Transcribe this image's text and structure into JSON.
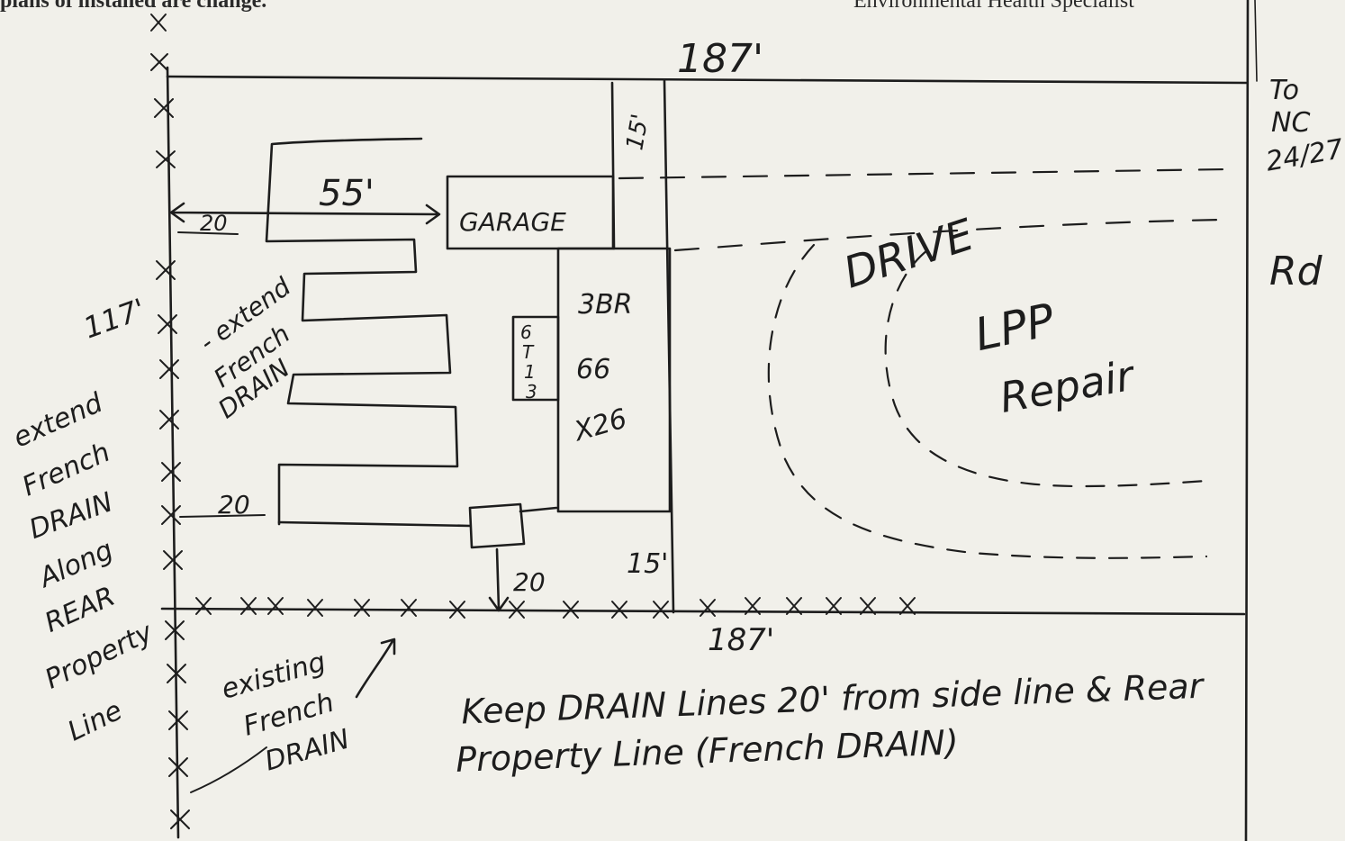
{
  "header": {
    "left_text": "plans of installed are change.",
    "right_text": "Environmental Health Specialist"
  },
  "dimensions": {
    "top_width": "187'",
    "bottom_width": "187'",
    "left_depth": "117'",
    "setback_55": "55'",
    "setback_20_top": "20",
    "setback_20_lower": "20",
    "setback_20_bottom": "20",
    "side_15_top": "15'",
    "side_15_bottom": "15'"
  },
  "structures": {
    "garage": "GARAGE",
    "house_lines": [
      "3BR",
      "66",
      "X26"
    ],
    "tank_letters": [
      "6",
      "T",
      "1",
      "3"
    ]
  },
  "areas": {
    "drive": "DRIVE",
    "lpp_line1": "LPP",
    "lpp_line2": "Repair"
  },
  "road": {
    "to_label": "To",
    "nc_label": "NC",
    "route_label": "24/27",
    "rd_label": "Rd"
  },
  "notes": {
    "extend_inner": [
      "- extend",
      "French",
      "DRAIN"
    ],
    "extend_outer": [
      "extend",
      "French",
      "DRAIN",
      "Along",
      "REAR",
      "Property",
      "Line"
    ],
    "existing": [
      "existing",
      "French",
      "DRAIN"
    ],
    "keep_line1": "Keep DRAIN Lines 20' from side line & Rear",
    "keep_line2": "Property Line (French DRAIN)"
  },
  "colors": {
    "ink": "#1d1d1d",
    "paper": "#f1f0ea"
  }
}
